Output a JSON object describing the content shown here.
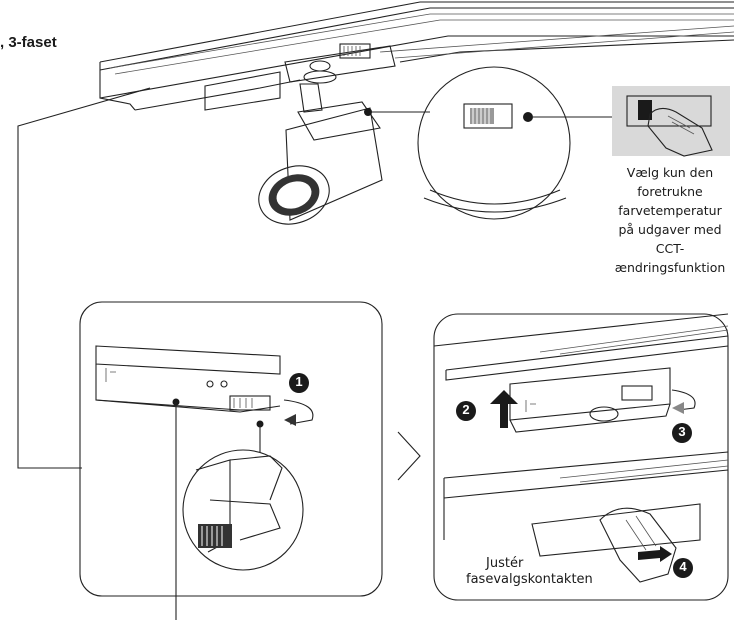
{
  "heading": ", 3-faset",
  "cct_note": {
    "lines": [
      "Vælg kun den",
      "foretrukne",
      "farvetemperatur",
      "på udgaver med",
      "CCT-",
      "ændringsfunktion"
    ]
  },
  "adjust_note": {
    "line1": "Justér",
    "line2": "fasevalgskontakten"
  },
  "steps": [
    "1",
    "2",
    "3",
    "4"
  ],
  "colors": {
    "line": "#222222",
    "panel_bg": "#d9d9d9",
    "marker": "#1a1a1a"
  }
}
